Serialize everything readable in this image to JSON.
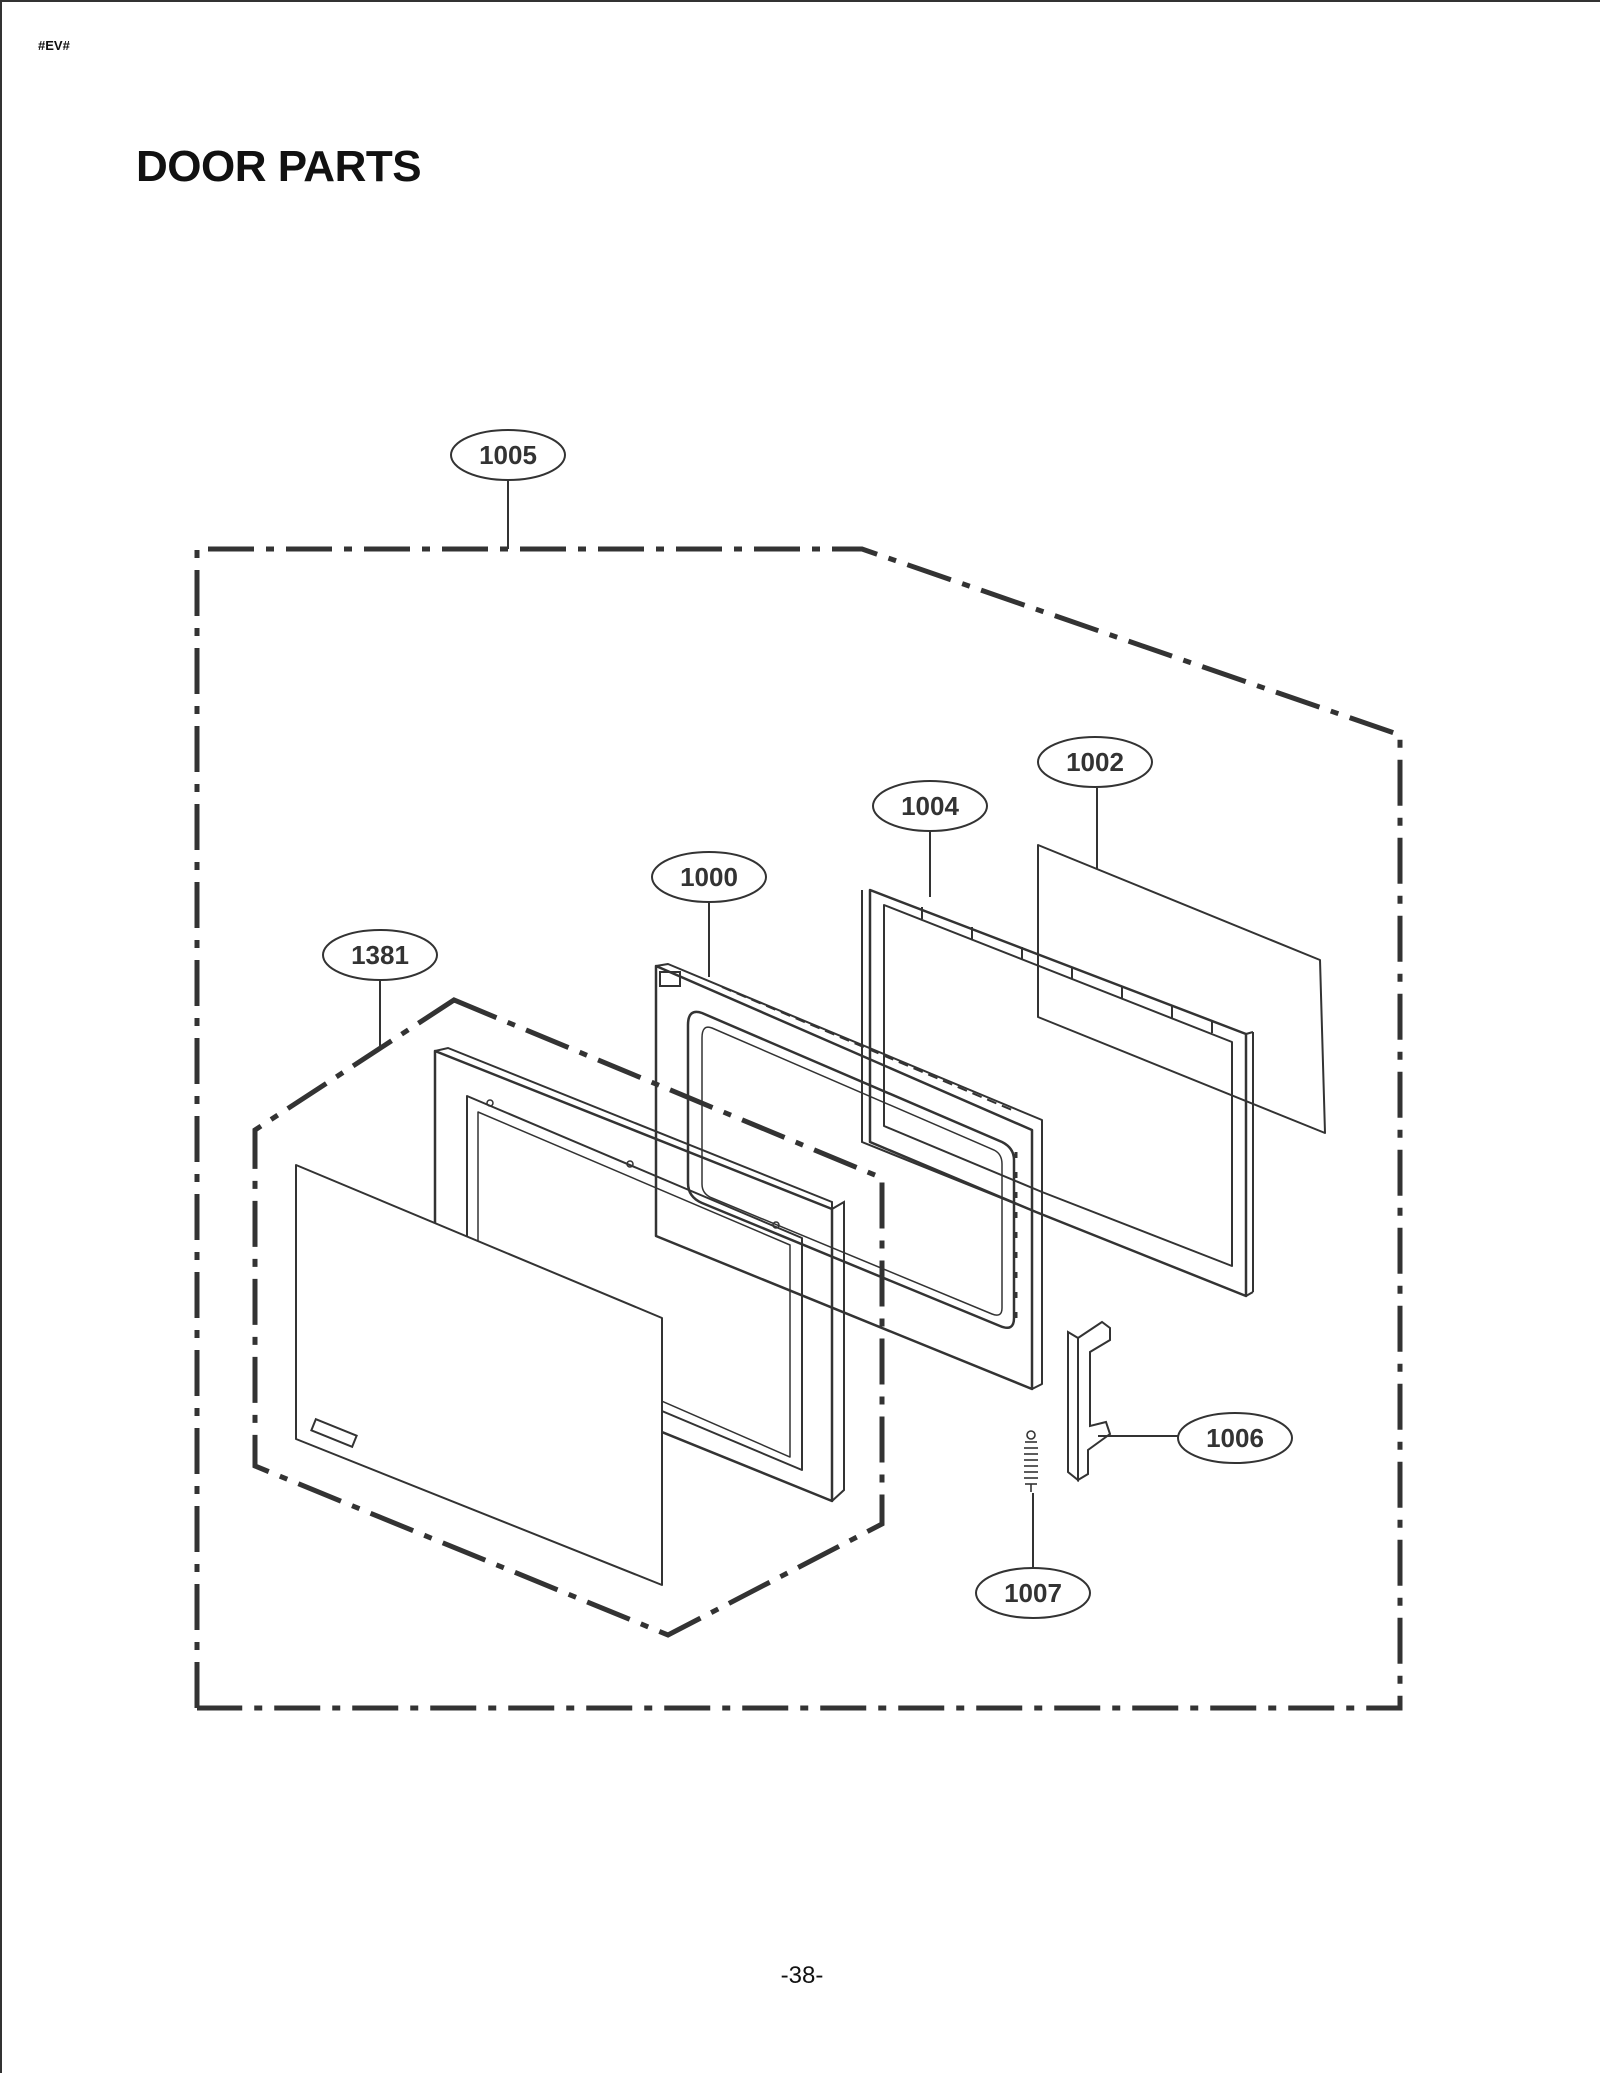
{
  "header": {
    "code": "#EV#"
  },
  "title": "DOOR PARTS",
  "footer": {
    "page_number": "-38-"
  },
  "callouts": {
    "c1005": "1005",
    "c1002": "1002",
    "c1004": "1004",
    "c1000": "1000",
    "c1381": "1381",
    "c1006": "1006",
    "c1007": "1007"
  },
  "colors": {
    "line": "#333333",
    "background": "#ffffff"
  }
}
